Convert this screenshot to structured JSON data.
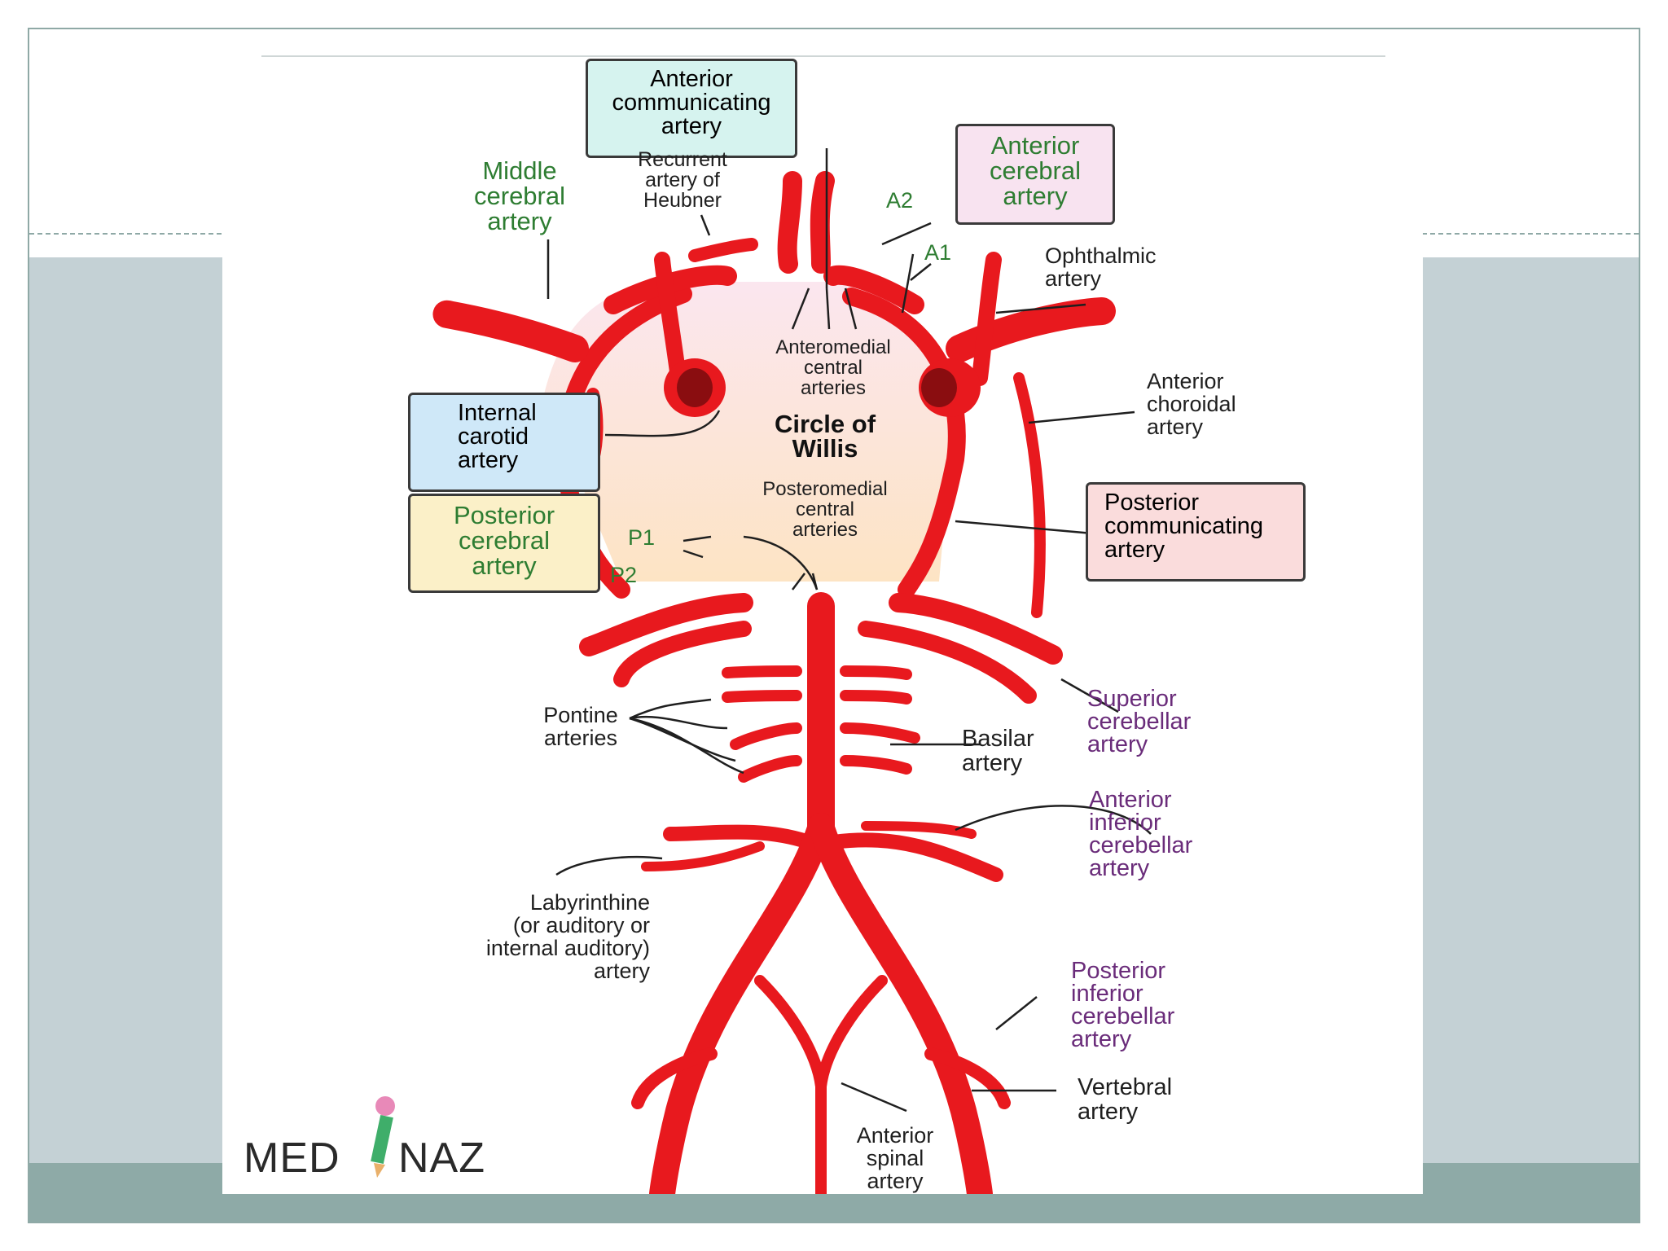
{
  "figure": {
    "center_label": [
      "Circle of",
      "Willis"
    ],
    "labels": {
      "anterior_communicating": [
        "Anterior",
        "communicating",
        "artery"
      ],
      "recurrent_heubner": [
        "Recurrent",
        "artery of",
        "Heubner"
      ],
      "middle_cerebral": [
        "Middle",
        "cerebral",
        "artery"
      ],
      "anterior_cerebral": [
        "Anterior",
        "cerebral",
        "artery"
      ],
      "a2": "A2",
      "a1": "A1",
      "ophthalmic": [
        "Ophthalmic",
        "artery"
      ],
      "anteromedial_central": [
        "Anteromedial",
        "central",
        "arteries"
      ],
      "internal_carotid": [
        "Internal",
        "carotid",
        "artery"
      ],
      "anterior_choroidal": [
        "Anterior",
        "choroidal",
        "artery"
      ],
      "posteromedial_central": [
        "Posteromedial",
        "central",
        "arteries"
      ],
      "posterior_cerebral": [
        "Posterior",
        "cerebral",
        "artery"
      ],
      "p1": "P1",
      "p2": "P2",
      "posterior_communicating": [
        "Posterior",
        "communicating",
        "artery"
      ],
      "superior_cerebellar": [
        "Superior",
        "cerebellar",
        "artery"
      ],
      "pontine": [
        "Pontine",
        "arteries"
      ],
      "basilar": [
        "Basilar",
        "artery"
      ],
      "anterior_inferior_cerebellar": [
        "Anterior",
        "inferior",
        "cerebellar",
        "artery"
      ],
      "labyrinthine": [
        "Labyrinthine",
        "(or auditory or",
        "internal auditory)",
        "artery"
      ],
      "posterior_inferior_cerebellar": [
        "Posterior",
        "inferior",
        "cerebellar",
        "artery"
      ],
      "vertebral": [
        "Vertebral",
        "artery"
      ],
      "anterior_spinal": [
        "Anterior",
        "spinal",
        "artery"
      ]
    },
    "logo": {
      "left": "MED",
      "right": "NAZ"
    }
  },
  "colors": {
    "artery": "#e8191e",
    "artery_dark": "#8a0d10",
    "box_aca": "#f8e3f0",
    "box_acom": "#d6f3ef",
    "box_ica": "#cfe8f8",
    "box_pca": "#fbf0c8",
    "box_pcom": "#fadcdc",
    "label_green": "#2e7d32",
    "label_purple": "#6a2c7a"
  }
}
